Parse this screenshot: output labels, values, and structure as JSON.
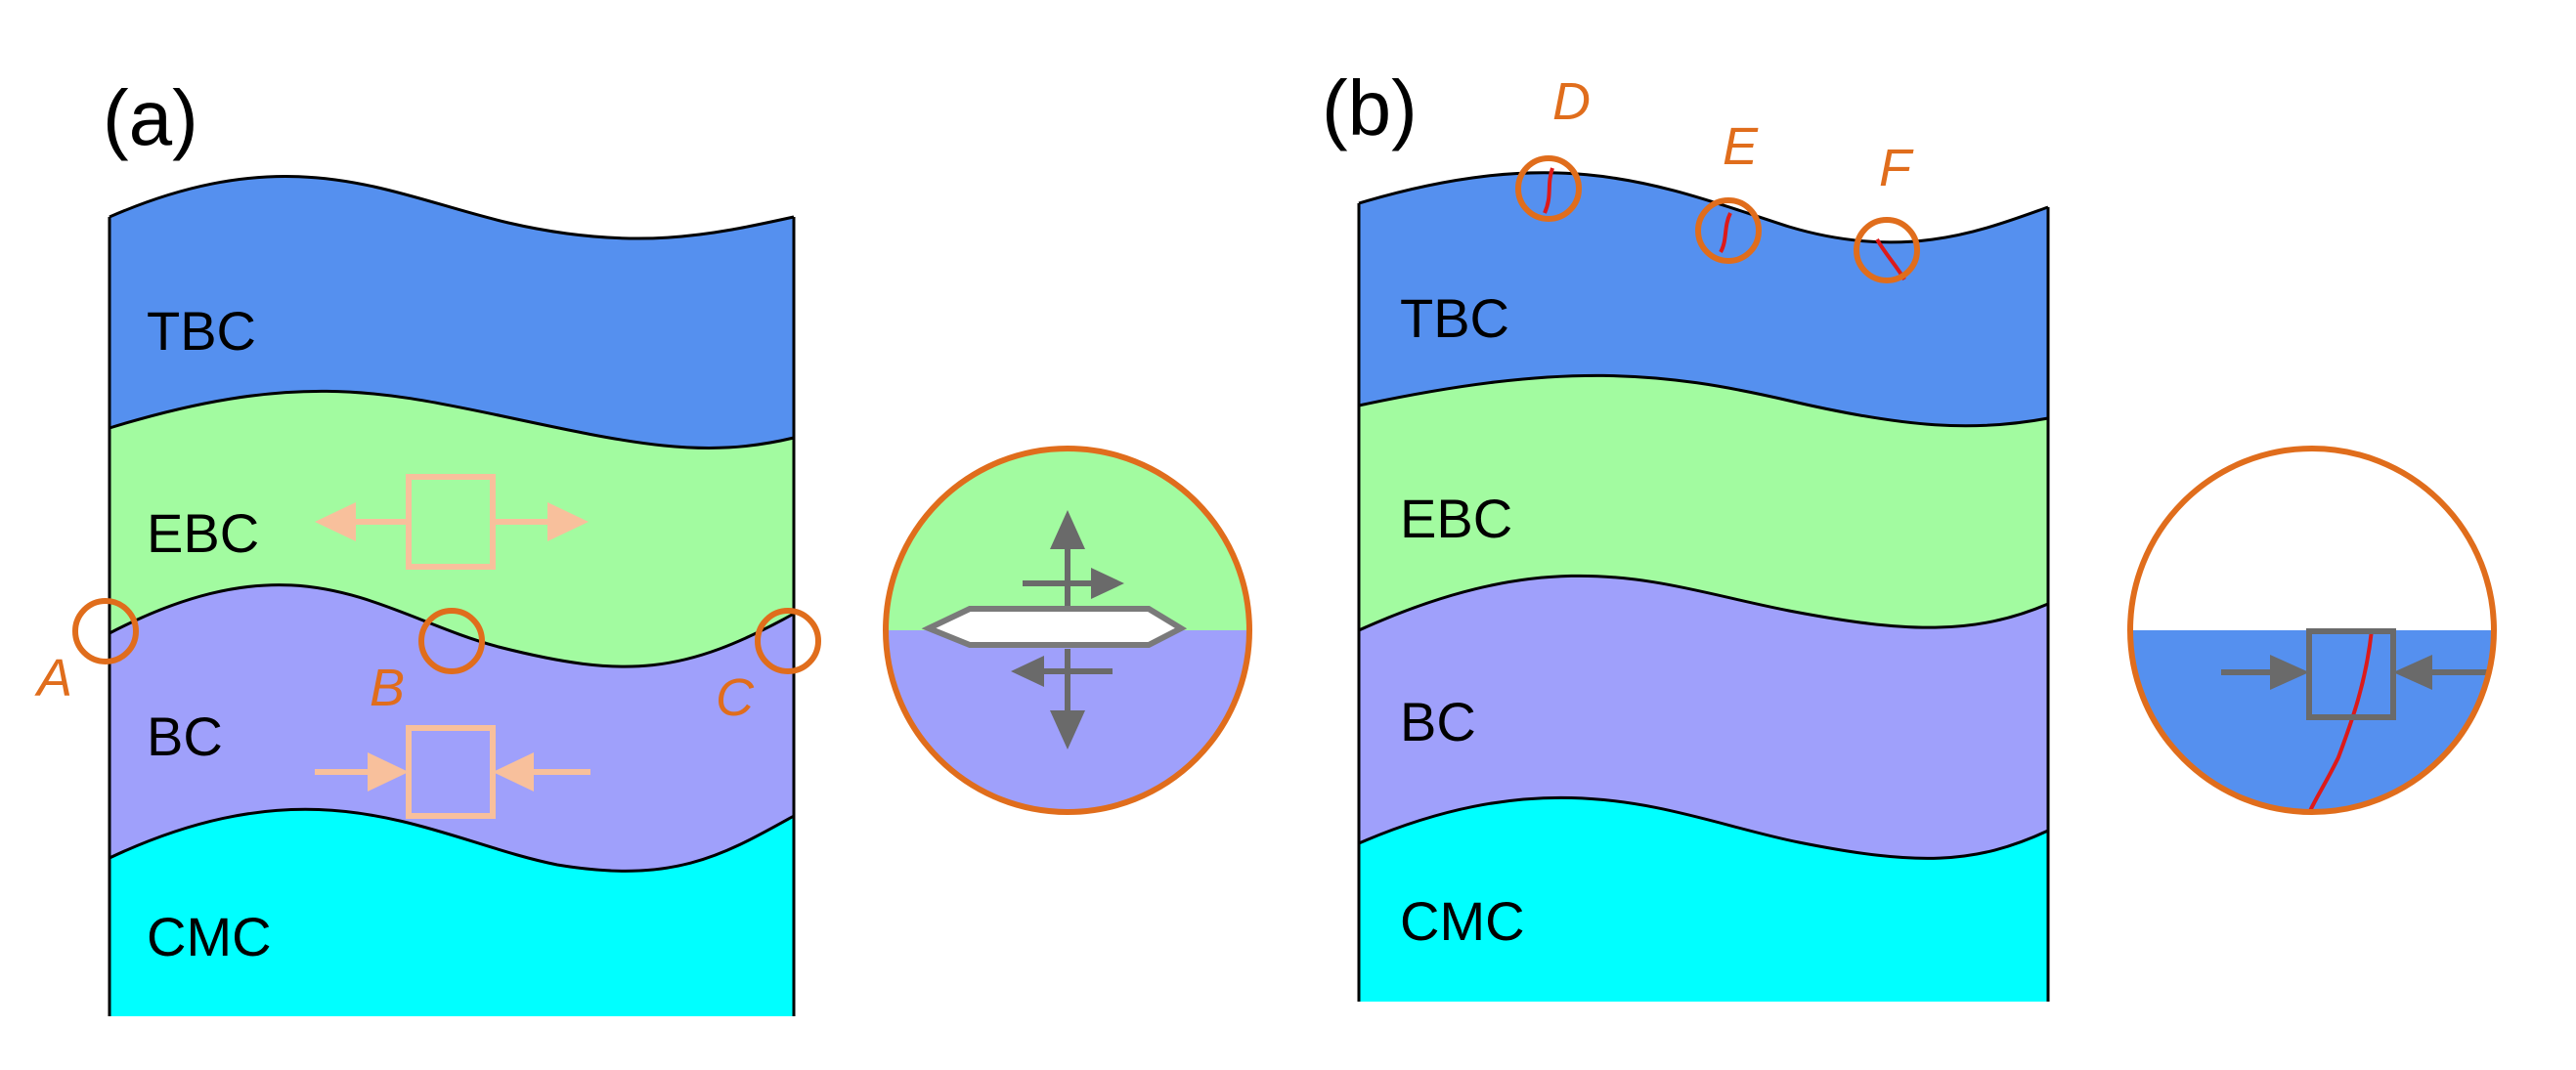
{
  "panel_a": {
    "label": "(a)",
    "layers": {
      "tbc": "TBC",
      "ebc": "EBC",
      "bc": "BC",
      "cmc": "CMC"
    },
    "points": {
      "a": "A",
      "b": "B",
      "c": "C"
    }
  },
  "panel_b": {
    "label": "(b)",
    "layers": {
      "tbc": "TBC",
      "ebc": "EBC",
      "bc": "BC",
      "cmc": "CMC"
    },
    "points": {
      "d": "D",
      "e": "E",
      "f": "F"
    }
  },
  "colors": {
    "tbc": "#5590ef",
    "ebc": "#a2fba0",
    "bc": "#9fa0fb",
    "cmc": "#00ffff",
    "marker": "#e06d1c",
    "tension_symbol": "#f8c09c",
    "stress_symbol_dark": "#6a6a6a",
    "crack": "#dd1a1a"
  }
}
